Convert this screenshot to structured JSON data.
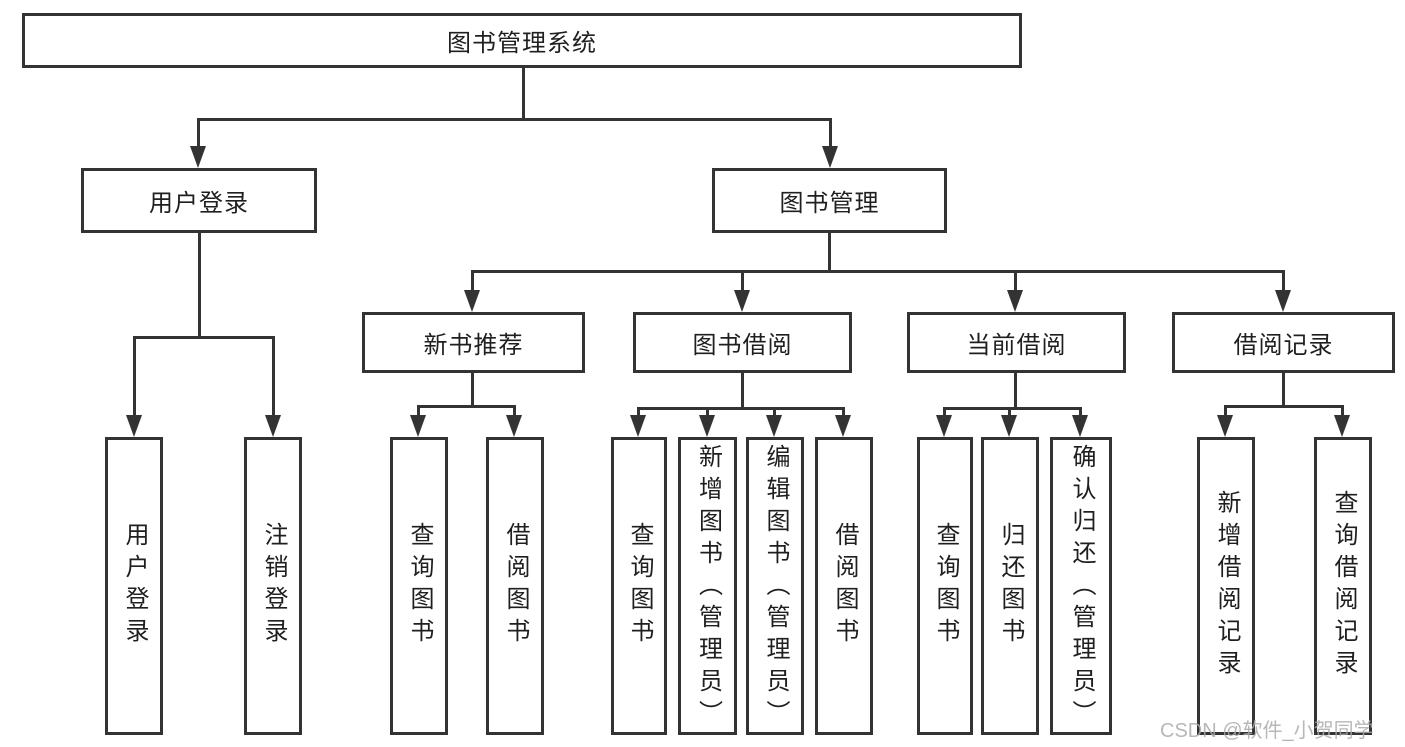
{
  "diagram_title": "图书管理系统",
  "tree": {
    "root": {
      "label": "图书管理系统"
    },
    "branches": [
      {
        "label": "用户登录",
        "children": [
          {
            "label": "用户登录"
          },
          {
            "label": "注销登录"
          }
        ]
      },
      {
        "label": "图书管理",
        "children": [
          {
            "label": "新书推荐",
            "children": [
              {
                "label": "查询图书"
              },
              {
                "label": "借阅图书"
              }
            ]
          },
          {
            "label": "图书借阅",
            "children": [
              {
                "label": "查询图书"
              },
              {
                "label": "新增图书（管理员）"
              },
              {
                "label": "编辑图书（管理员）"
              },
              {
                "label": "借阅图书"
              }
            ]
          },
          {
            "label": "当前借阅",
            "children": [
              {
                "label": "查询图书"
              },
              {
                "label": "归还图书"
              },
              {
                "label": "确认归还（管理员）"
              }
            ]
          },
          {
            "label": "借阅记录",
            "children": [
              {
                "label": "新增借阅记录"
              },
              {
                "label": "查询借阅记录"
              }
            ]
          }
        ]
      }
    ]
  },
  "watermark": "CSDN @软件_小贺同学",
  "colors": {
    "line": "#333333",
    "text": "#1f1f1f",
    "watermark": "#ababab",
    "background": "#ffffff"
  }
}
